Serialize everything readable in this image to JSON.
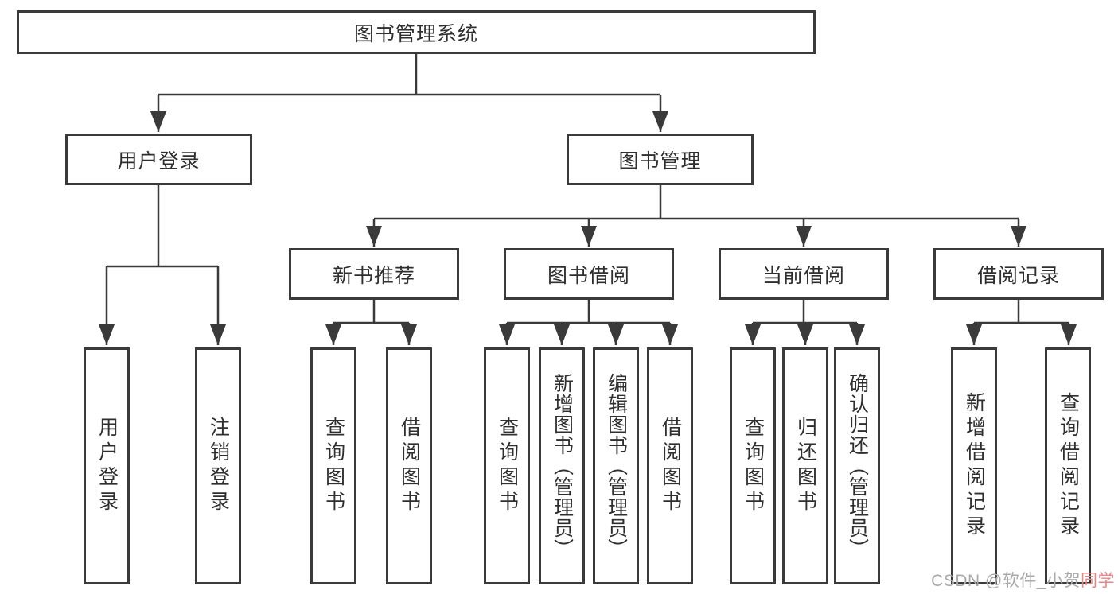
{
  "nodes": {
    "root": "图书管理系统",
    "user_login": "用户登录",
    "book_management": "图书管理",
    "new_book_recommend": "新书推荐",
    "book_borrowing": "图书借阅",
    "current_borrowing": "当前借阅",
    "borrowing_records": "借阅记录"
  },
  "leaves": [
    {
      "label": "用户登录"
    },
    {
      "label": "注销登录"
    },
    {
      "label": "查询图书"
    },
    {
      "label": "借阅图书"
    },
    {
      "label": "查询图书"
    },
    {
      "label": "新增图书︵管理员︶"
    },
    {
      "label": "编辑图书︵管理员︶"
    },
    {
      "label": "借阅图书"
    },
    {
      "label": "查询图书"
    },
    {
      "label": "归还图书"
    },
    {
      "label": "确认归还︵管理员︶"
    },
    {
      "label": "新增借阅记录"
    },
    {
      "label": "查询借阅记录"
    }
  ],
  "watermark": {
    "gray": "CSDN @软件_小贺",
    "red": "同学"
  },
  "colors": {
    "line": "#3a3a3a",
    "text": "#2f2f2f",
    "background": "#ffffff",
    "watermark_gray": "#a9a9a9",
    "watermark_red": "#e08a8a"
  }
}
